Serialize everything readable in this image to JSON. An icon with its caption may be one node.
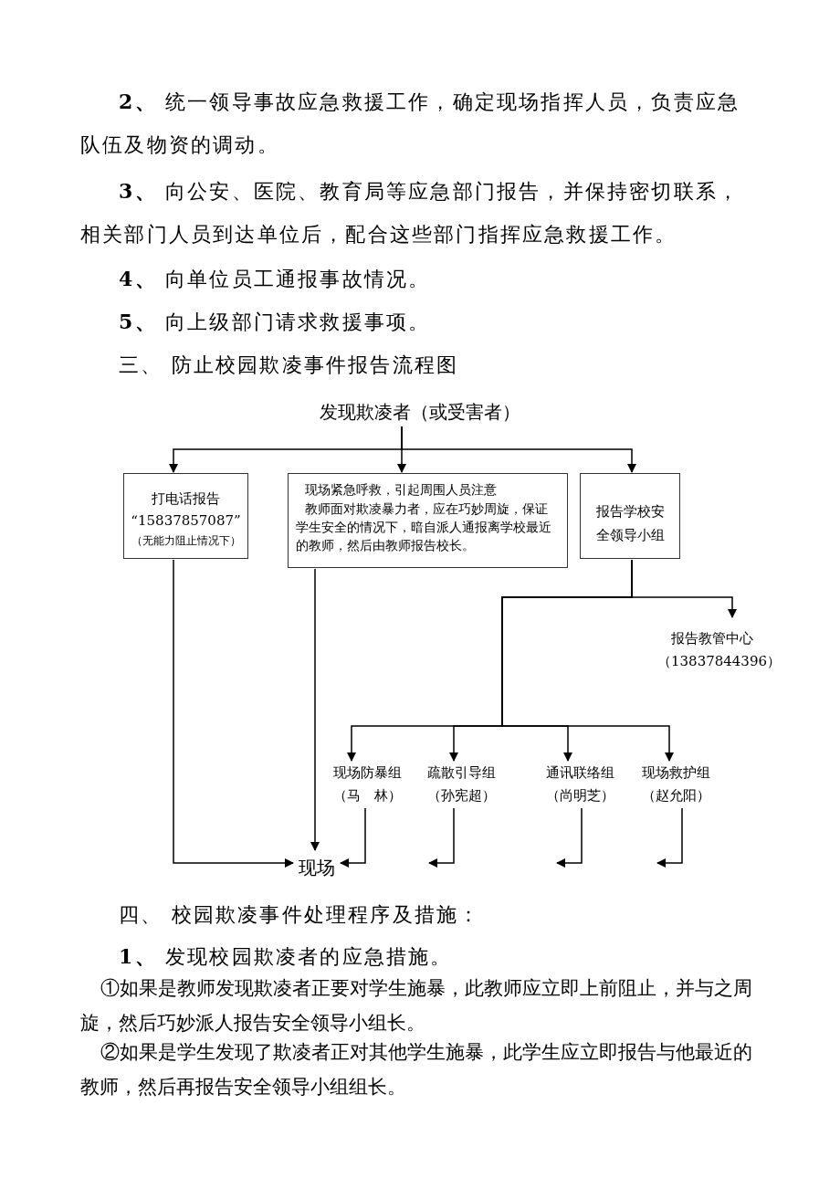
{
  "diagram": {
    "nodes": [
      {
        "text": [
          "发现欺凌者（或受害者）"
        ]
      },
      {
        "text": [
          "打电话报告",
          "“15837857087”",
          "（无能力阻止情况下）"
        ]
      },
      {
        "text": [
          "现场紧急呼救，引起周围人员注意",
          "教师面对欺凌暴力者，应在巧妙周旋，保证学生安全的情况下，暗自派人通报离学校最近的教师，然后由教师报告校长。"
        ]
      },
      {
        "text": [
          "报告学校安全领导小组"
        ]
      },
      {
        "text": [
          "报告教管中心",
          "（13837844396）"
        ]
      },
      {
        "text": [
          "现场防暴组",
          "（马　林）"
        ]
      },
      {
        "text": [
          "疏散引导组",
          "（孙宪超）"
        ]
      },
      {
        "text": [
          "通讯联络组",
          "（尚明芝）"
        ]
      },
      {
        "text": [
          "现场救护组",
          "（赵允阳）"
        ]
      },
      {
        "text": [
          "现场"
        ]
      }
    ],
    "edges": [
      {
        "from": 0,
        "to": 1,
        "arrow": "to"
      },
      {
        "from": 0,
        "to": 2,
        "arrow": "to"
      },
      {
        "from": 0,
        "to": 3,
        "arrow": "to"
      },
      {
        "from": 3,
        "to": 4,
        "arrow": "to"
      },
      {
        "from": 3,
        "to": 5,
        "arrow": "to"
      },
      {
        "from": 3,
        "to": 6,
        "arrow": "to"
      },
      {
        "from": 3,
        "to": 7,
        "arrow": "to"
      },
      {
        "from": 3,
        "to": 8,
        "arrow": "to"
      },
      {
        "from": 1,
        "to": 9,
        "arrow": "to"
      },
      {
        "from": 2,
        "to": 9,
        "arrow": "to"
      },
      {
        "from": 5,
        "to": 9,
        "arrow": "to"
      },
      {
        "from": 6,
        "to": null,
        "arrow": "to"
      },
      {
        "from": 7,
        "to": null,
        "arrow": "to"
      },
      {
        "from": 8,
        "to": null,
        "arrow": "to"
      }
    ],
    "labels": [
      "**2、** 统一领导事故应急救援工作，确定现场指挥人员，负责应急队伍及物资的调动。",
      "**3、** 向公安、医院、教育局等应急部门报告，并保持密切联系，相关部门人员到达单位后，配合这些部门指挥应急救援工作。",
      "**4、** 向单位员工通报事故情况。",
      "**5、** 向上级部门请求救援事项。",
      "三、 防止校园欺凌事件报告流程图",
      "四、 校园欺凌事件处理程序及措施：",
      "**1、** 发现校园欺凌者的应急措施。",
      "①如果是教师发现欺凌者正要对学生施暴，此教师应立即上前阻止，并与之周旋，然后巧妙派人报告安全领导小组长。",
      "②如果是学生发现了欺凌者正对其他学生施暴，此学生应立即报告与他最近的教师，然后再报告安全领导小组组长。"
    ]
  }
}
